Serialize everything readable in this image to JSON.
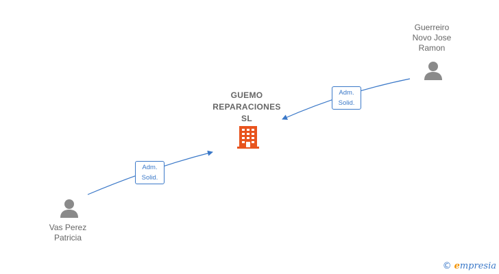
{
  "company": {
    "name_lines": [
      "GUEMO",
      "REPARACIONES",
      "SL"
    ],
    "icon": "building-icon",
    "icon_color": "#e8541e"
  },
  "persons": [
    {
      "id": "guerreiro",
      "name_lines": [
        "Guerreiro",
        "Novo Jose",
        "Ramon"
      ],
      "icon": "person-icon"
    },
    {
      "id": "vas-perez",
      "name_lines": [
        "Vas Perez",
        "Patricia"
      ],
      "icon": "person-icon"
    }
  ],
  "relations": [
    {
      "from": "guerreiro",
      "to": "company",
      "label_lines": [
        "Adm.",
        "Solid."
      ]
    },
    {
      "from": "vas-perez",
      "to": "company",
      "label_lines": [
        "Adm.",
        "Solid."
      ]
    }
  ],
  "colors": {
    "line": "#3a78c8",
    "person_icon": "#8a8a8a",
    "text": "#666666"
  },
  "watermark": {
    "symbol": "©",
    "brand_initial": "e",
    "brand_rest": "mpresia"
  }
}
